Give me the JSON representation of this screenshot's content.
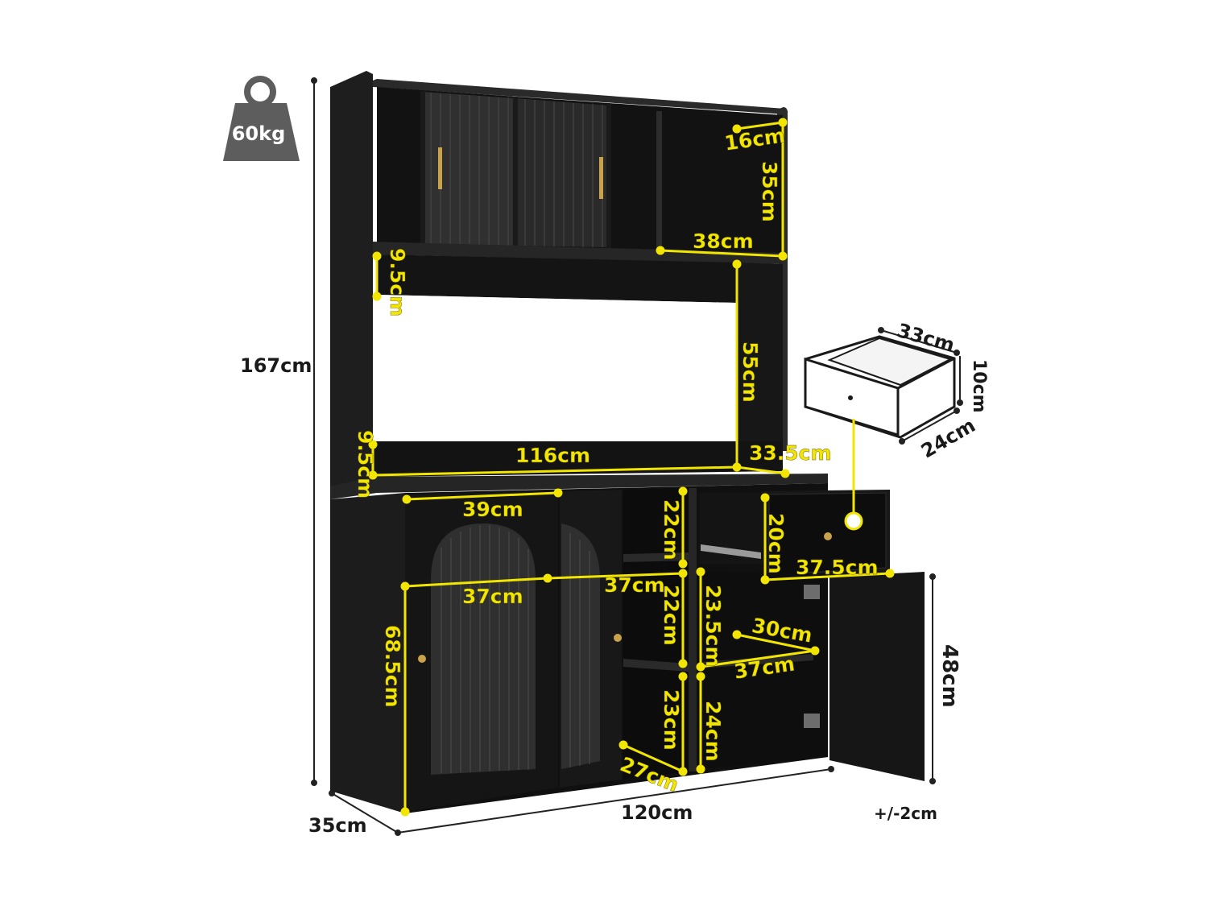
{
  "weight": "60kg",
  "overall": {
    "height": "167cm",
    "width": "120cm",
    "depth": "35cm",
    "tolerance": "+/-2cm",
    "side_height": "48cm"
  },
  "hutch": {
    "cubby_depth": "16cm",
    "cubby_height": "35cm",
    "cubby_width": "38cm",
    "shelf_gap_left": "9.5cm",
    "opening_height": "55cm",
    "back_lip_height": "9.5cm",
    "counter_width": "116cm",
    "counter_depth": "33.5cm"
  },
  "drawer_detail": {
    "width": "33cm",
    "height": "10cm",
    "depth": "24cm"
  },
  "base": {
    "door_width": "39cm",
    "shelf_width_left": "37cm",
    "shelf_width_mid": "37cm",
    "door_height": "68.5cm",
    "open_cubby_top": "22cm",
    "open_cubby_mid": "22cm",
    "open_cubby_bottom": "23cm",
    "open_cubby_depth": "27cm",
    "drawer_space_height": "20cm",
    "drawer_front_width": "37.5cm",
    "cabinet_upper_height": "23.5cm",
    "cabinet_shelf_depth": "30cm",
    "cabinet_shelf_width": "37cm",
    "cabinet_lower_height": "24cm"
  },
  "colors": {
    "cabinet": "#161616",
    "dimension": "#f2e600",
    "weight_badge": "#5d5d5d"
  }
}
